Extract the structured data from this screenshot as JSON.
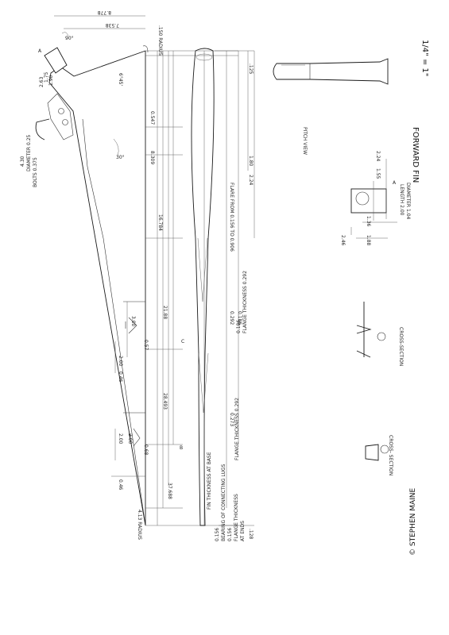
{
  "drawing": {
    "title": "FORWARD FIN",
    "scale": "1/4\" = 1\"",
    "credit": "© STEPHEN MAINE",
    "views": {
      "pitch_view": "PITCH VIEW",
      "cross_section": "CROSS-SECTION",
      "cross_section_2": "CROSS- SECTION",
      "section_a": "A",
      "section_b": "B",
      "section_c": "C"
    }
  },
  "dimensions": {
    "d_8778": "8.778",
    "d_7538": "7.538",
    "d_150_radius": ".150 RADIUS",
    "d_125": ".125",
    "d_128": ".128",
    "d_180": "1.80",
    "d_224": "2.24",
    "d_6p5": "6°45'",
    "d_0547": "0.547",
    "d_8309": "8.309",
    "d_16784": "16.784",
    "d_2188": "21.88",
    "d_057": "0.57",
    "d_28493": "28.493",
    "d_37688": "37.688",
    "d_300": "3.00",
    "d_200a": "2.00",
    "d_200b": "2.00",
    "d_200c": "2.00",
    "d_046a": "0.46",
    "d_046b": "0.46",
    "d_068": "0.68",
    "d_0186": "0.186",
    "d_0292": "0.292",
    "d_0273": "0.273",
    "d_0156_0906": "FLARE FROM 0.156 TO 0.906",
    "d_413_radius": "4.13 RADIUS",
    "d_bolts": "BOLTS 0.375",
    "d_diameter": "DIAMETER 0.25",
    "d_430": "4.30",
    "d_263": "2.63",
    "d_175": "1.75",
    "d_190": "1.90",
    "d_90": "90°",
    "d_30": "30°",
    "d_224_pin": "2.24",
    "d_155": "1.55",
    "d_136": "1.36",
    "d_188": "1.88",
    "d_246": "2.46",
    "d_pin_dia": "DIAMETER 1.04",
    "d_pin_len": "LENGTH 2.00",
    "d_pin_a": "A"
  },
  "notes": {
    "base_thickness": "FIN THICKNESS AT BASE",
    "n1": "0.156",
    "n2": "BEARING OF CONNECTING LUGS",
    "n3": "0.156",
    "n4": "FLANGE THICKNESS",
    "n5": "AT ENDS",
    "flange_b": "FLANGE THICKNESS 0.292",
    "flange_c": "FLANGE THICKNESS 0.292",
    "web_c": "0.186"
  }
}
